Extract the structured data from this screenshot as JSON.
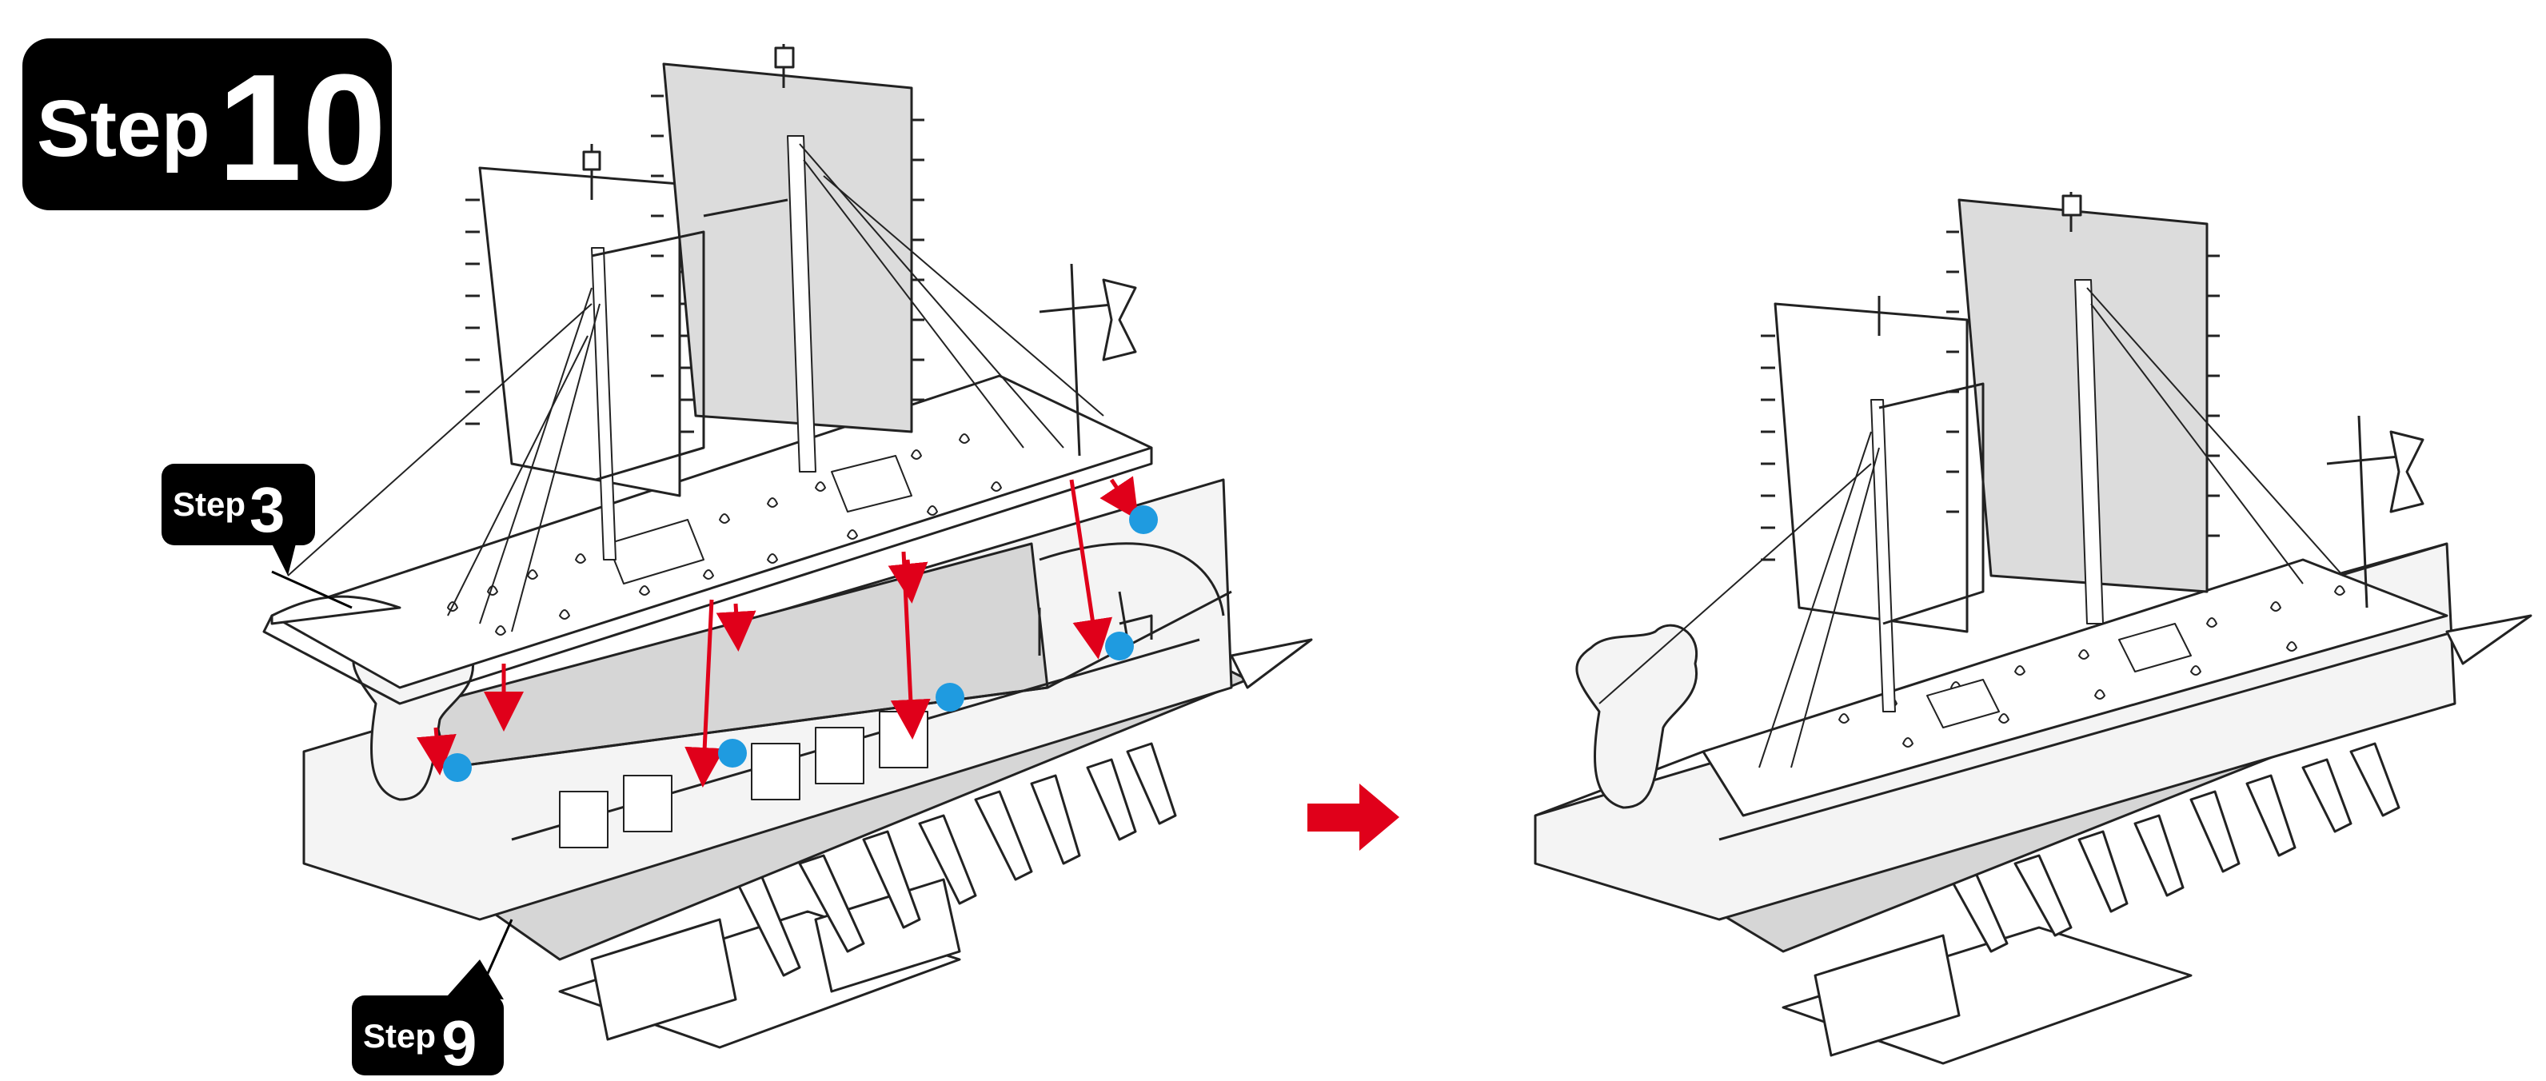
{
  "main_badge": {
    "word": "Step",
    "number": "10"
  },
  "callouts": [
    {
      "word": "Step",
      "number": "3"
    },
    {
      "word": "Step",
      "number": "9"
    }
  ],
  "colors": {
    "badge_bg": "#000000",
    "badge_text": "#ffffff",
    "arrow_red": "#e0001a",
    "dot_blue": "#1f9be0",
    "line": "#222222",
    "panel_gray": "#d6d6d6"
  },
  "icons": {
    "direction": "right-arrow-icon",
    "glue_point": "blue-dot-icon"
  }
}
